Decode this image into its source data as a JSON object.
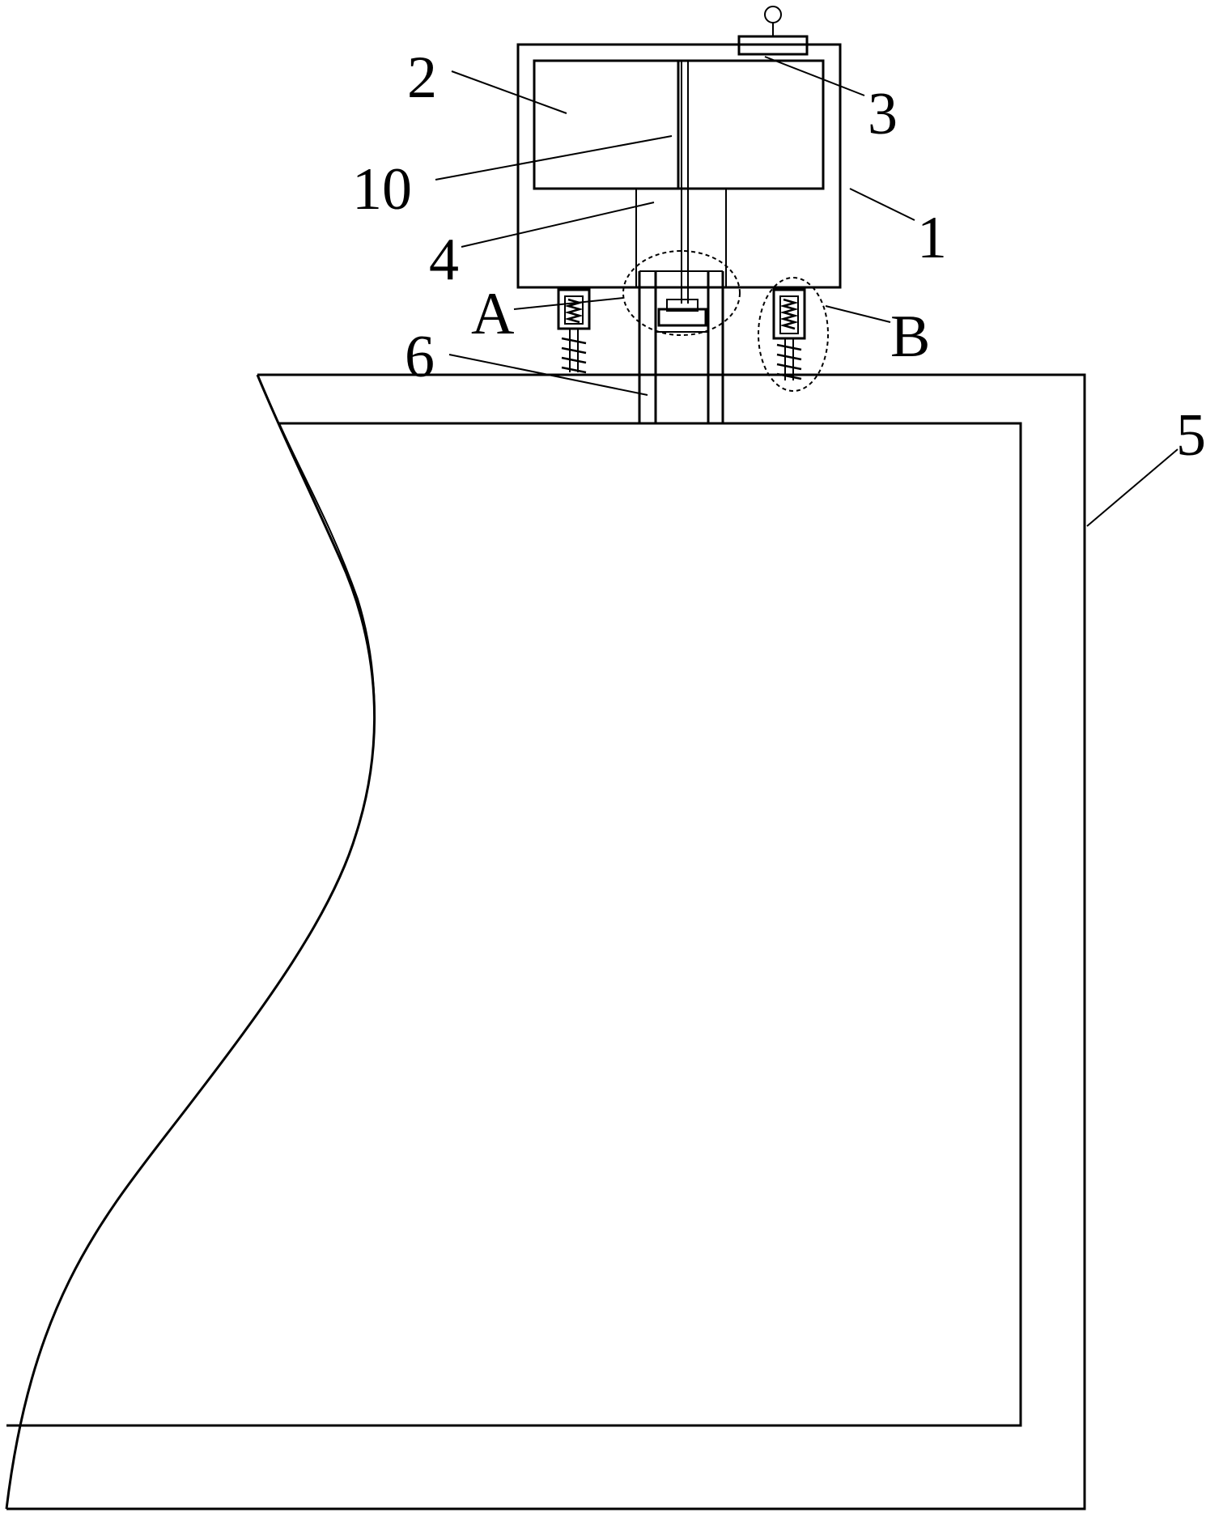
{
  "labels": {
    "part_1": "1",
    "part_2": "2",
    "part_3": "3",
    "part_4": "4",
    "part_5": "5",
    "part_6": "6",
    "part_10": "10",
    "detail_a": "A",
    "detail_b": "B"
  },
  "colors": {
    "stroke": "#000000",
    "background": "#ffffff"
  }
}
